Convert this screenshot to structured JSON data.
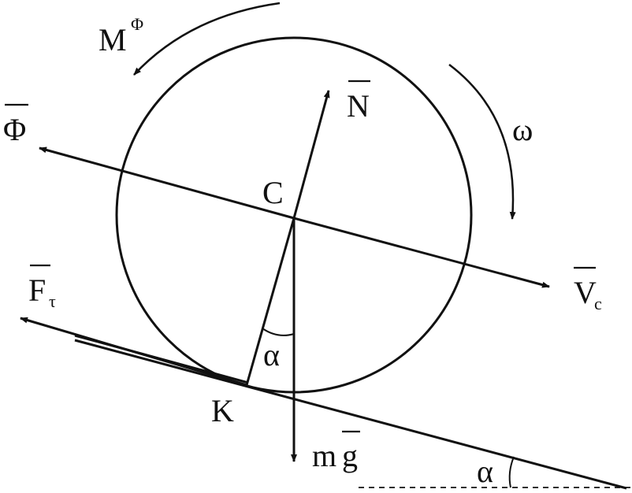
{
  "labels": {
    "center": "C",
    "contact": "K",
    "normal_force": "N",
    "inertia_force": "Φ",
    "velocity": "V",
    "velocity_sub": "c",
    "friction": "F",
    "friction_sub": "τ",
    "inertia_moment": "M",
    "inertia_moment_sup": "Φ",
    "angular_velocity": "ω",
    "weight_m": "m",
    "weight_g": "g",
    "angle_center": "α",
    "angle_incline": "α"
  },
  "colors": {
    "ink": "#111111",
    "background": "#ffffff"
  }
}
